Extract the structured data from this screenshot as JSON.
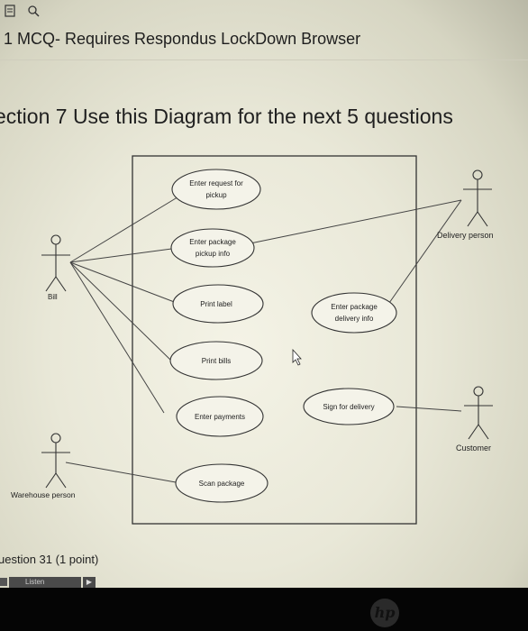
{
  "header": {
    "title": "1 MCQ- Requires Respondus LockDown Browser"
  },
  "section": {
    "title": "ection 7 Use this Diagram for the next 5 questions"
  },
  "diagram": {
    "actors": {
      "bill": "Bill",
      "delivery_person": "Delivery person",
      "customer": "Customer",
      "warehouse_person": "Warehouse person"
    },
    "use_cases": {
      "enter_request_for_pickup": [
        "Enter request for",
        "pickup"
      ],
      "enter_package_pickup_info": [
        "Enter package",
        "pickup info"
      ],
      "print_label": "Print label",
      "enter_package_delivery_info": [
        "Enter package",
        "delivery info"
      ],
      "print_bills": "Print bills",
      "sign_for_delivery": "Sign for delivery",
      "enter_payments": "Enter payments",
      "scan_package": "Scan package"
    }
  },
  "question": {
    "label": "uestion 31",
    "points": "(1 point)"
  },
  "listen": {
    "label": "Listen",
    "play": "▶"
  },
  "icons": {
    "toolbar": [
      "page-icon",
      "search-icon"
    ],
    "footer": [
      "hp-logo"
    ]
  }
}
